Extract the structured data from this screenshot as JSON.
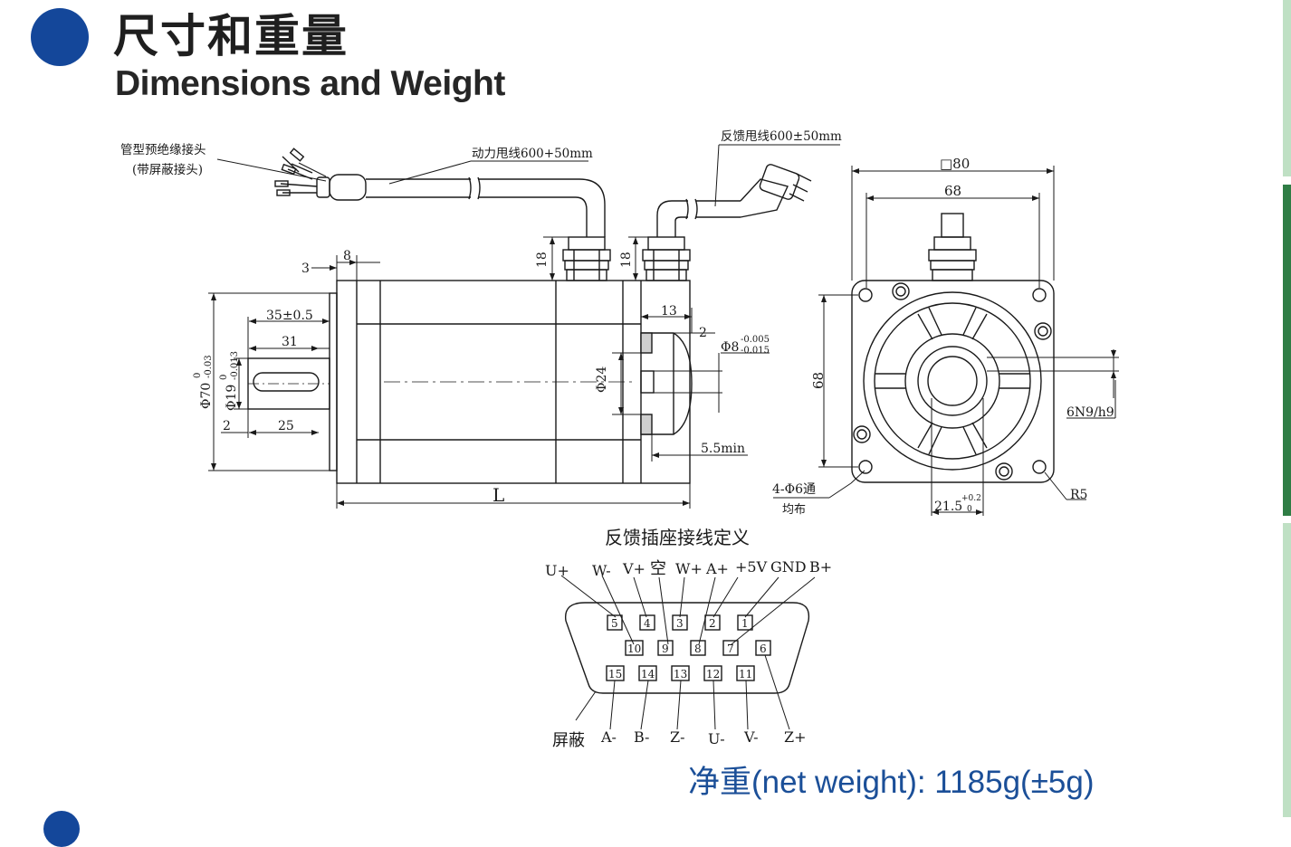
{
  "header": {
    "title_cn": "尺寸和重量",
    "title_en": "Dimensions and Weight"
  },
  "colors": {
    "accent_blue": "#14479a",
    "weight_blue": "#1b4f98",
    "side_green": "#2f7d45",
    "side_green_light": "#bfe0c4"
  },
  "side_view": {
    "connector_label_1": "管型预绝缘接头",
    "connector_label_2": "(带屏蔽接头)",
    "power_cable": "动力甩线600+50mm",
    "feedback_cable": "反馈甩线600±50mm",
    "dim_3": "3",
    "dim_8": "8",
    "dim_18a": "18",
    "dim_18b": "18",
    "dim_35": "35±0.5",
    "dim_31": "31",
    "dim_25": "25",
    "dim_2": "2",
    "dim_13": "13",
    "dim_2b": "2",
    "dim_phi8": "Φ8",
    "dim_phi8_tol_up": "-0.005",
    "dim_phi8_tol_dn": "-0.015",
    "dim_phi24": "Φ24",
    "dim_phi70": "Φ70",
    "dim_phi70_tol_up": "0",
    "dim_phi70_tol_dn": "-0.03",
    "dim_phi19": "Φ19",
    "dim_phi19_tol_up": "0",
    "dim_phi19_tol_dn": "-0.013",
    "dim_55": "5.5min",
    "dim_L": "L"
  },
  "front_view": {
    "dim_sq80": "□80",
    "dim_68h": "68",
    "dim_68v": "68",
    "holes_1": "4-Φ6通",
    "holes_2": "均布",
    "dim_215": "21.5",
    "dim_215_up": "+0.2",
    "dim_215_dn": "0",
    "key": "6N9/h9",
    "radius": "R5"
  },
  "connector": {
    "title": "反馈插座接线定义",
    "top_labels": [
      "U+",
      "W-",
      "V+",
      "空",
      "W+",
      "A+",
      "+5V",
      "GND",
      "B+"
    ],
    "row1_pins": [
      "5",
      "4",
      "3",
      "2",
      "1"
    ],
    "row2_pins": [
      "10",
      "9",
      "8",
      "7",
      "6"
    ],
    "row3_pins": [
      "15",
      "14",
      "13",
      "12",
      "11"
    ],
    "bottom_labels": [
      "屏蔽",
      "A-",
      "B-",
      "Z-",
      "U-",
      "V-",
      "Z+"
    ]
  },
  "weight_text": "净重(net weight):  1185g(±5g)"
}
